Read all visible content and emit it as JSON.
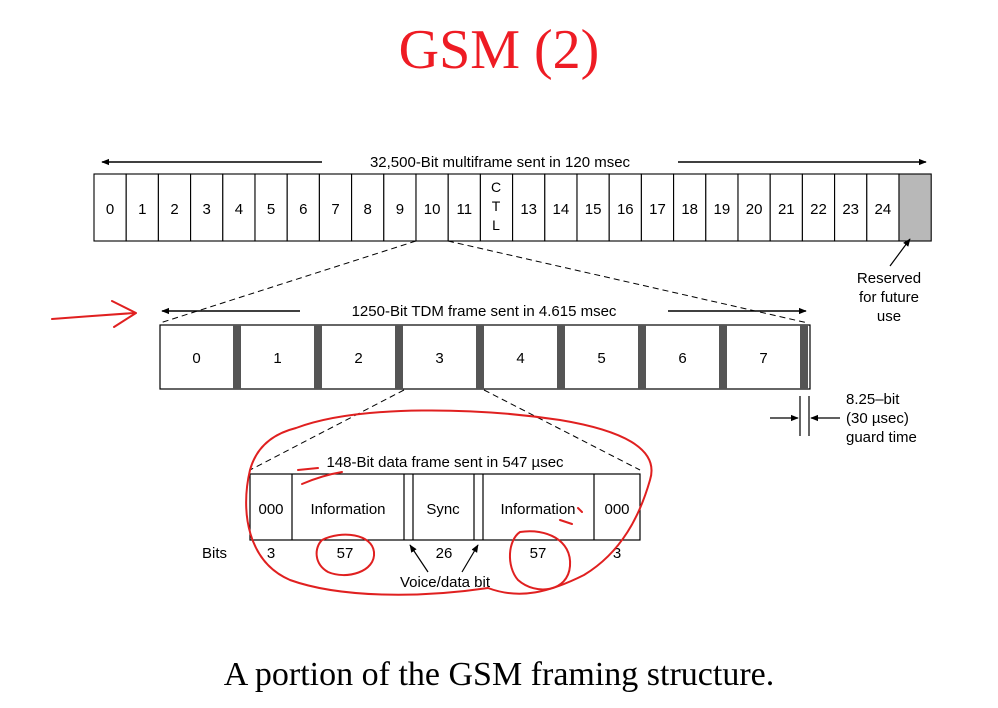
{
  "title": "GSM (2)",
  "caption": "A portion of the GSM framing structure.",
  "multiframe": {
    "label": "32,500-Bit multiframe sent in 120 msec",
    "slots": [
      "0",
      "1",
      "2",
      "3",
      "4",
      "5",
      "6",
      "7",
      "8",
      "9",
      "10",
      "11",
      "CTL",
      "13",
      "14",
      "15",
      "16",
      "17",
      "18",
      "19",
      "20",
      "21",
      "22",
      "23",
      "24",
      ""
    ],
    "reserved_label": [
      "Reserved",
      "for future",
      "use"
    ]
  },
  "tdm_frame": {
    "label": "1250-Bit TDM frame sent in 4.615 msec",
    "slots": [
      "0",
      "1",
      "2",
      "3",
      "4",
      "5",
      "6",
      "7"
    ],
    "guard_label": [
      "8.25–bit",
      "(30 µsec)",
      "guard time"
    ]
  },
  "data_frame": {
    "label": "148-Bit data frame sent in 547 µsec",
    "fields": [
      "000",
      "Information",
      "Sync",
      "Information",
      "000"
    ],
    "bits_label": "Bits",
    "bits": [
      "3",
      "57",
      "26",
      "57",
      "3"
    ],
    "voice_data_label": "Voice/data bit"
  },
  "colors": {
    "title": "#ee1c24",
    "annotation": "#e02020",
    "reserved_fill": "#b8b8b8",
    "guard_fill": "#555555"
  }
}
